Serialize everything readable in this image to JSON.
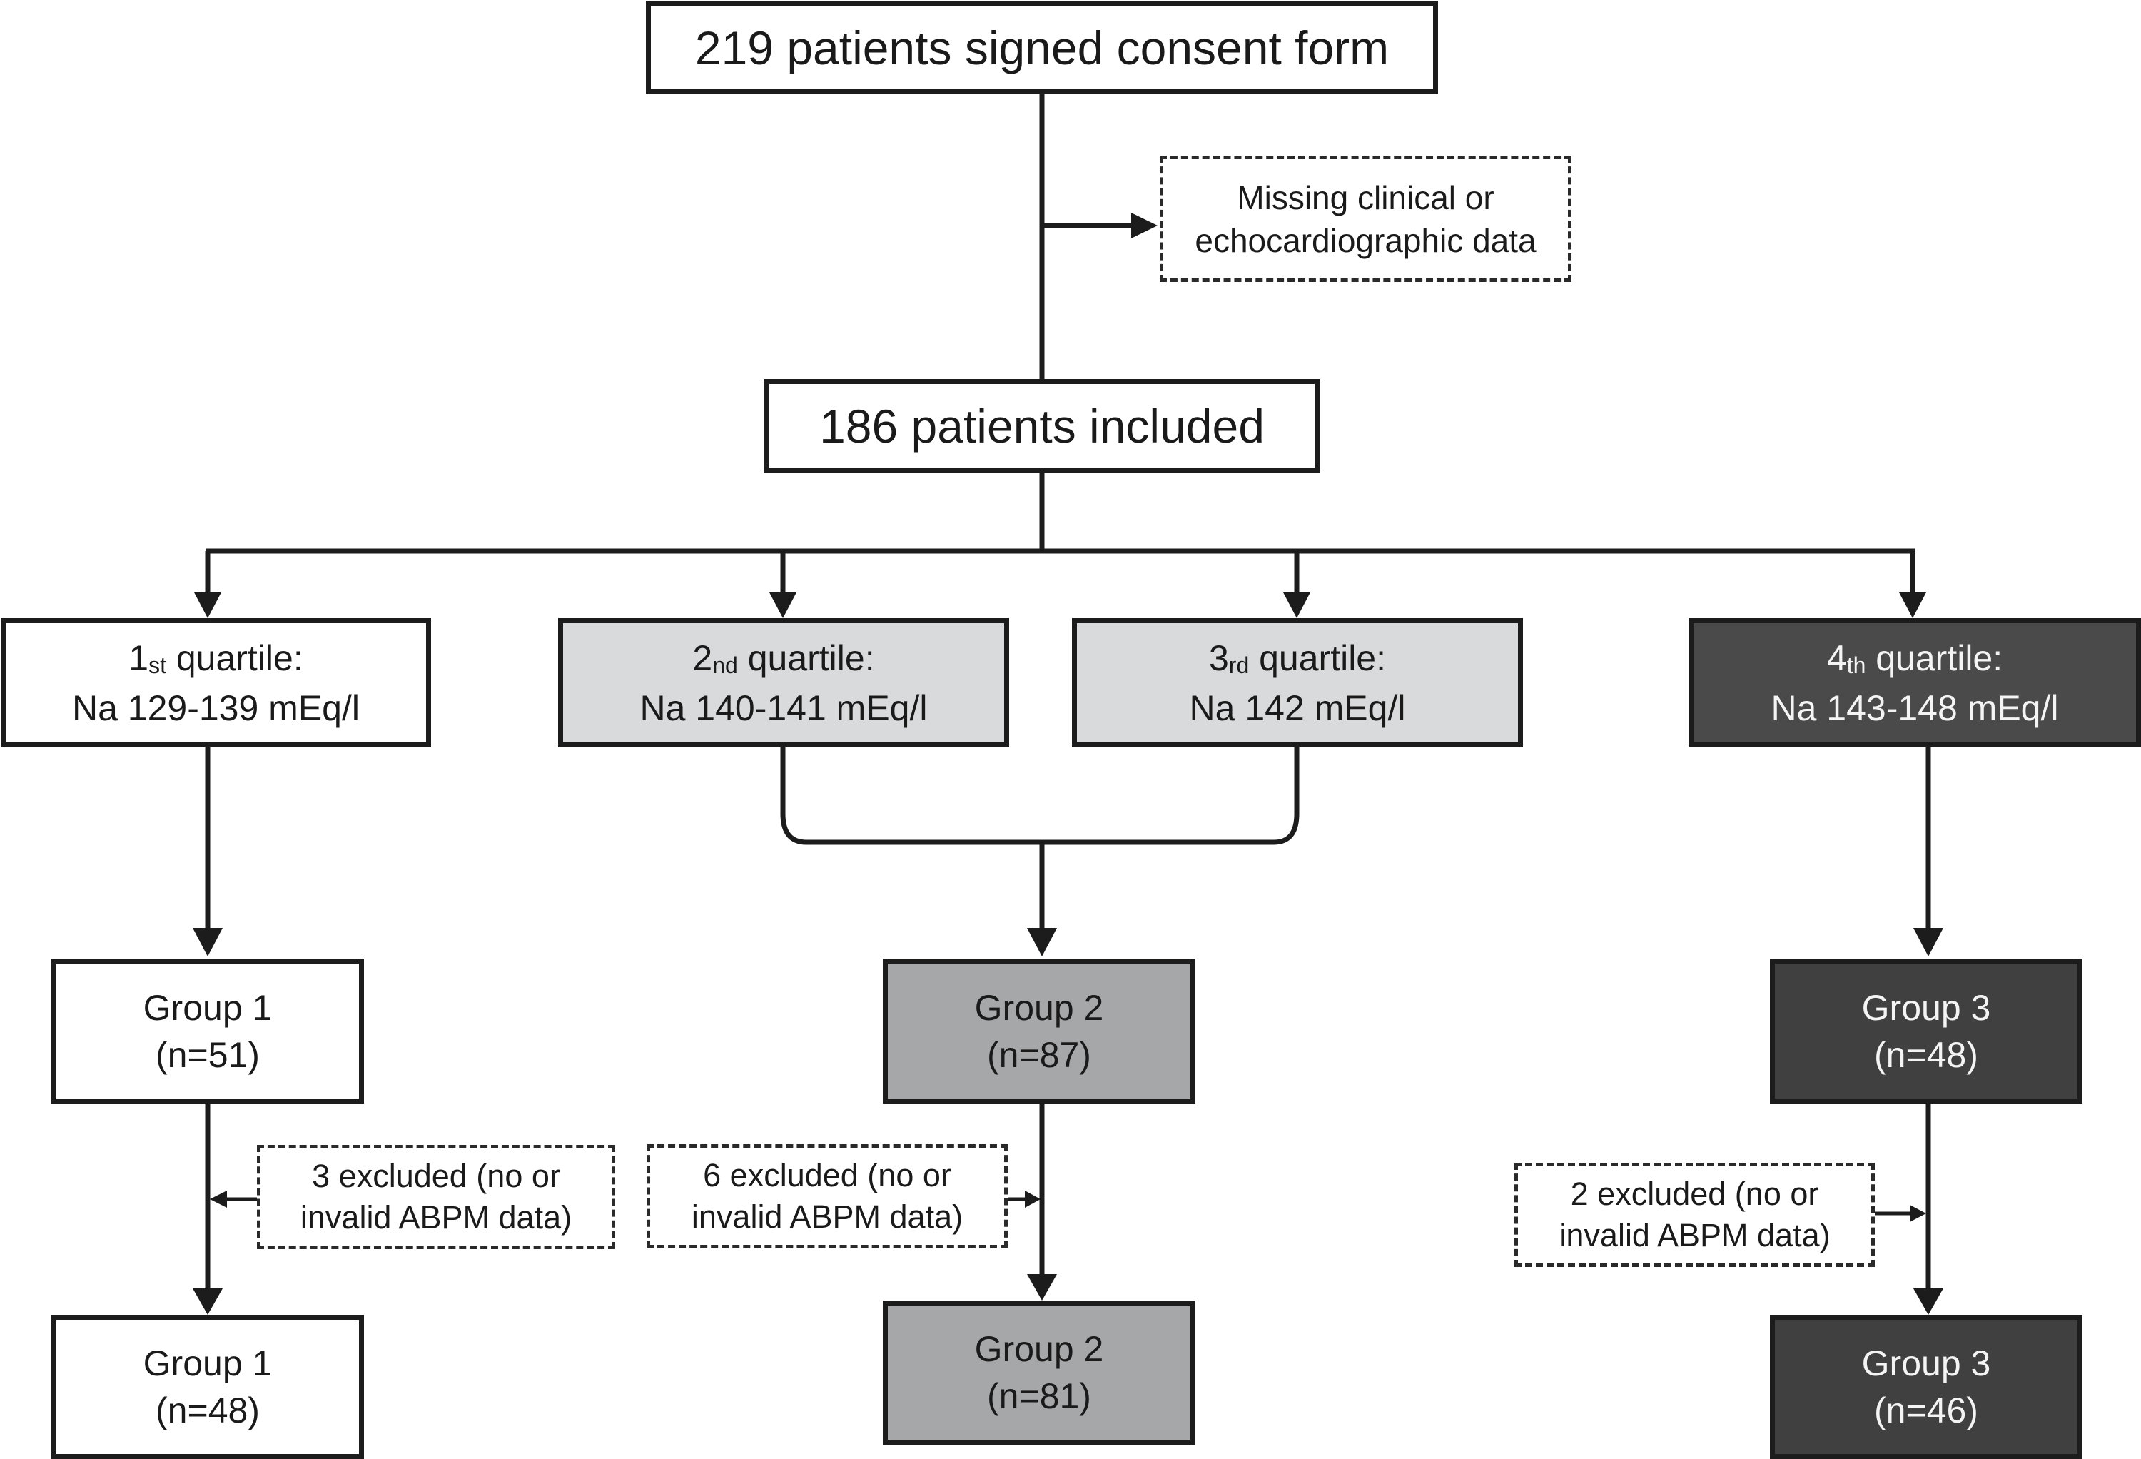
{
  "consent": {
    "text": "219 patients signed consent form"
  },
  "missing": {
    "line1": "Missing clinical or",
    "line2": "echocardiographic data"
  },
  "included": {
    "text": "186 patients included"
  },
  "quartiles": [
    {
      "num": "1",
      "suffix": "st",
      "word": " quartile:",
      "range": "Na 129-139 mEq/l"
    },
    {
      "num": "2",
      "suffix": "nd",
      "word": " quartile:",
      "range": "Na 140-141 mEq/l"
    },
    {
      "num": "3",
      "suffix": "rd",
      "word": " quartile:",
      "range": "Na 142 mEq/l"
    },
    {
      "num": "4",
      "suffix": "th",
      "word": " quartile:",
      "range": "Na 143-148 mEq/l"
    }
  ],
  "groups_before": [
    {
      "label": "Group 1",
      "n": "(n=51)"
    },
    {
      "label": "Group 2",
      "n": "(n=87)"
    },
    {
      "label": "Group 3",
      "n": "(n=48)"
    }
  ],
  "excluded": [
    {
      "line1": "3 excluded (no or",
      "line2": "invalid ABPM data)"
    },
    {
      "line1": "6 excluded (no or",
      "line2": "invalid ABPM data)"
    },
    {
      "line1": "2 excluded (no or",
      "line2": "invalid ABPM data)"
    }
  ],
  "groups_after": [
    {
      "label": "Group 1",
      "n": "(n=48)"
    },
    {
      "label": "Group 2",
      "n": "(n=81)"
    },
    {
      "label": "Group 3",
      "n": "(n=46)"
    }
  ]
}
